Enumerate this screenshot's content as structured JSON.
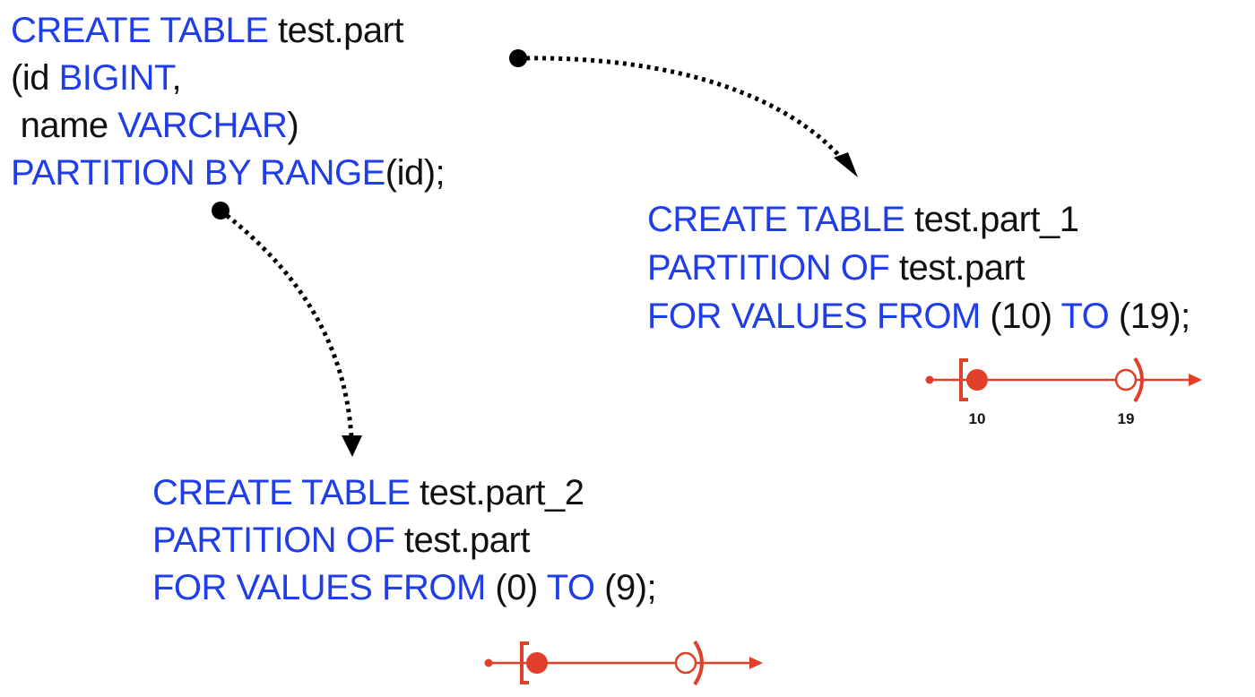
{
  "parent_table": {
    "lines": [
      [
        {
          "kw": true,
          "t": "CREATE TABLE"
        },
        {
          "kw": false,
          "t": " test.part"
        }
      ],
      [
        {
          "kw": false,
          "t": "(id "
        },
        {
          "kw": true,
          "t": "BIGINT"
        },
        {
          "kw": false,
          "t": ","
        }
      ],
      [
        {
          "kw": false,
          "t": " name "
        },
        {
          "kw": true,
          "t": "VARCHAR"
        },
        {
          "kw": false,
          "t": ")"
        }
      ],
      [
        {
          "kw": true,
          "t": "PARTITION BY RANGE"
        },
        {
          "kw": false,
          "t": "(id);"
        }
      ]
    ]
  },
  "partition_1": {
    "lines": [
      [
        {
          "kw": true,
          "t": "CREATE TABLE"
        },
        {
          "kw": false,
          "t": " test.part_1"
        }
      ],
      [
        {
          "kw": true,
          "t": "PARTITION OF"
        },
        {
          "kw": false,
          "t": " test.part"
        }
      ],
      [
        {
          "kw": true,
          "t": "FOR VALUES FROM"
        },
        {
          "kw": false,
          "t": " (10) "
        },
        {
          "kw": true,
          "t": "TO"
        },
        {
          "kw": false,
          "t": " (19);"
        }
      ]
    ],
    "range": {
      "from": 10,
      "to": 19,
      "from_label": "10",
      "to_label": "19",
      "from_inclusive": true,
      "to_inclusive": false
    }
  },
  "partition_2": {
    "lines": [
      [
        {
          "kw": true,
          "t": "CREATE TABLE"
        },
        {
          "kw": false,
          "t": " test.part_2"
        }
      ],
      [
        {
          "kw": true,
          "t": "PARTITION OF"
        },
        {
          "kw": false,
          "t": " test.part"
        }
      ],
      [
        {
          "kw": true,
          "t": "FOR VALUES FROM"
        },
        {
          "kw": false,
          "t": " (0) "
        },
        {
          "kw": true,
          "t": "TO"
        },
        {
          "kw": false,
          "t": " (9);"
        }
      ]
    ],
    "range": {
      "from": 0,
      "to": 9,
      "from_inclusive": true,
      "to_inclusive": false
    }
  },
  "colors": {
    "keyword": "#1f3de8",
    "text": "#111111",
    "range": "#e0402a",
    "connector": "#000000"
  }
}
